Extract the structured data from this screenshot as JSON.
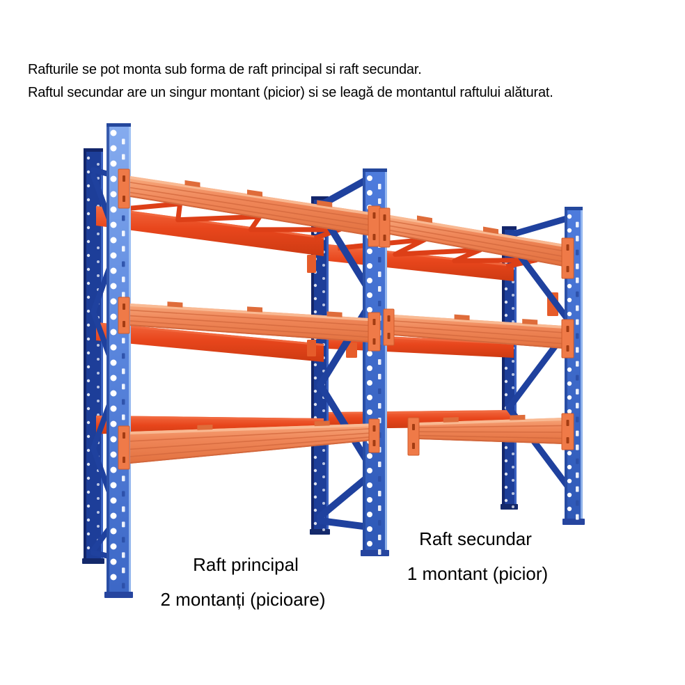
{
  "header": {
    "line1": "Rafturile se pot monta sub forma de raft principal si raft secundar.",
    "line2": "Raftul secundar are un singur montant (picior) si se leagă de montantul raftului alăturat."
  },
  "labels": {
    "principal_title": "Raft principal",
    "principal_subtitle": "2 montanți (picioare)",
    "secundar_title": "Raft secundar",
    "secundar_subtitle": "1 montant (picior)"
  },
  "illustration": {
    "description": "Pallet racking: principal rack with 2 upright frames and secondary rack sharing one upright, 3 orange beam levels each",
    "racks": [
      {
        "name": "Raft principal",
        "uprights": 2,
        "beam_levels": 3
      },
      {
        "name": "Raft secundar",
        "uprights": 1,
        "beam_levels": 3
      }
    ],
    "colors": {
      "background": "#ffffff",
      "text": "#000000",
      "post_light_top": "#86acef",
      "post_light_mid": "#5b87de",
      "post_light_bottom": "#3c67c6",
      "post_mid_top": "#4e7cdd",
      "post_mid_bottom": "#2e58b6",
      "post_edge_dark": "#24479c",
      "rear_post": "#1d3e99",
      "rear_post_dark": "#13266b",
      "rear_post_light": "#3a61c0",
      "brace": "#1f419e",
      "beam_top": "#f7a87c",
      "beam_mid": "#ef8658",
      "beam_bottom": "#e2713f",
      "beam_ridge": "#d2673c",
      "beam_highlight": "#f9bc97",
      "beam_tab": "#df6c3a",
      "plate": "#ef7a48",
      "plate_edge": "#d05c2c",
      "plate_slot": "#a33c12",
      "red_top": "#f26a40",
      "red_mid": "#e8461c",
      "red_bottom": "#cd3a12",
      "red_dark": "#dd3f17",
      "bracket": "#e65c2a",
      "hole_white": "#ffffff",
      "hole_dark": "#2b4fa6",
      "foot": "#26459f",
      "rear_foot": "#14296b"
    }
  }
}
